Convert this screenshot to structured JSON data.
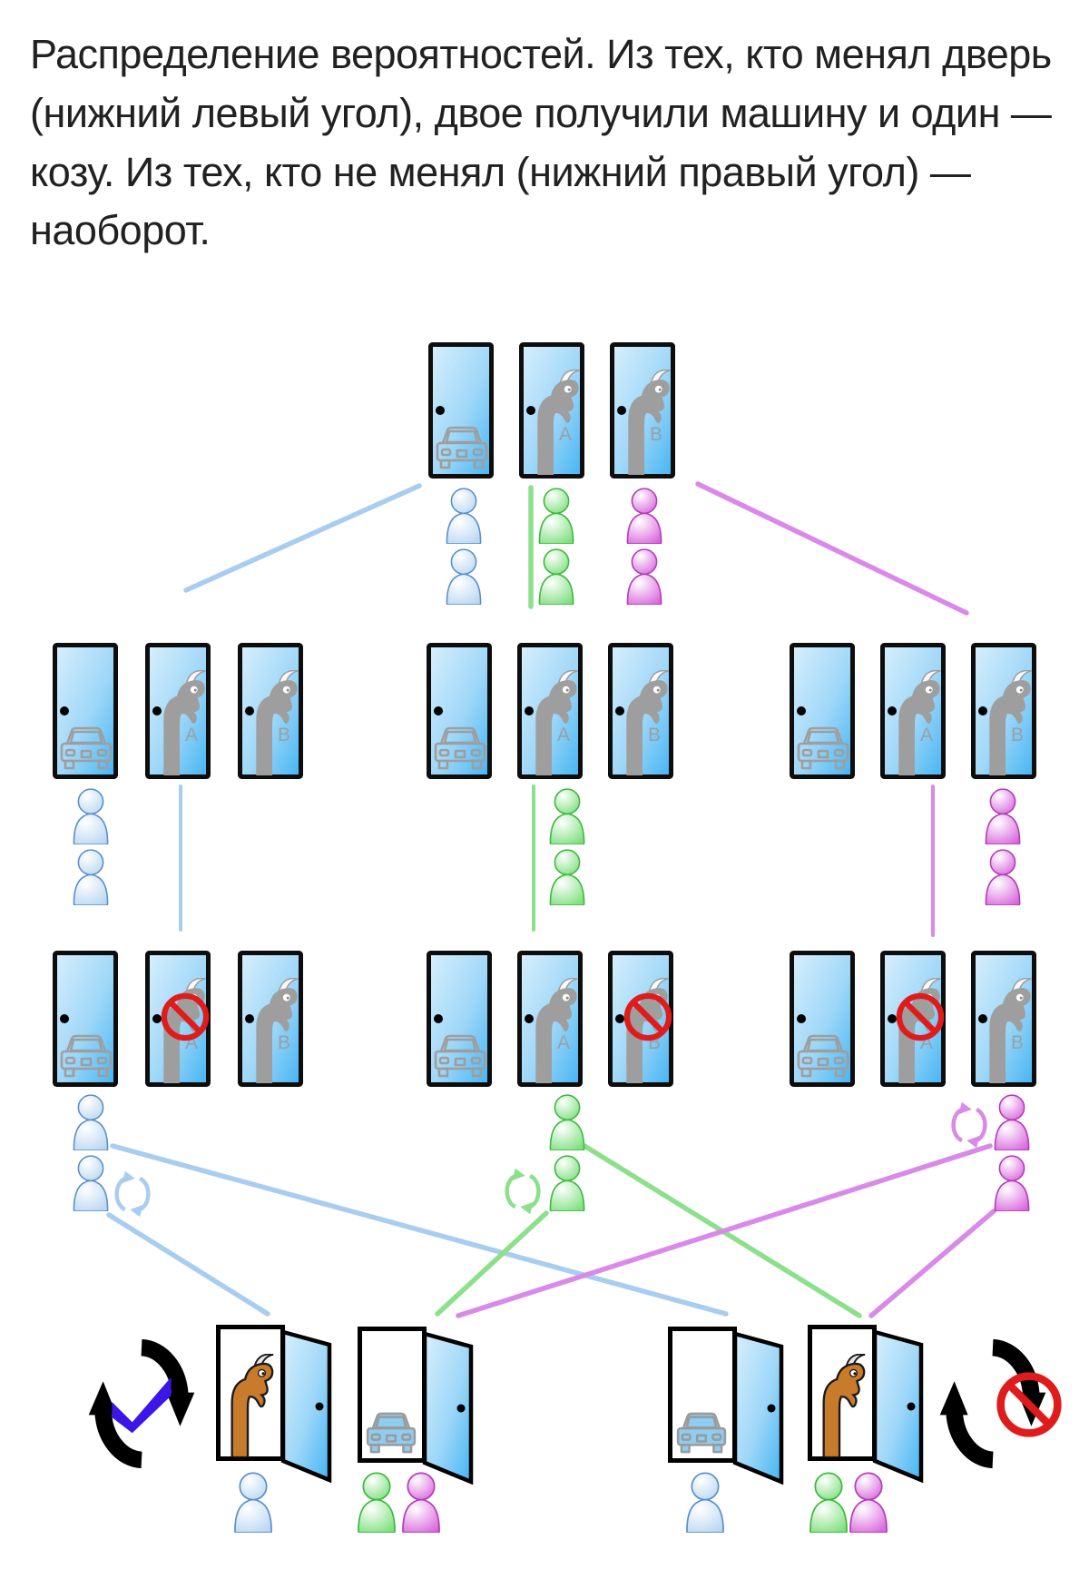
{
  "title": "Распределение вероятностей. Из тех, кто менял дверь (нижний левый угол), двое получили машину и один — козу. Из тех, кто не менял (нижний правый угол) — наоборот.",
  "door_labels": {
    "goat_a": "A",
    "goat_b": "B"
  },
  "structure": {
    "start_row": {
      "doors": [
        "car",
        "goat-A",
        "goat-B"
      ],
      "players_below": {
        "blue": 2,
        "green": 2,
        "magenta": 2
      }
    },
    "choice_rows": [
      {
        "doors": [
          "car",
          "goat-A",
          "goat-B"
        ],
        "player": "blue"
      },
      {
        "doors": [
          "car",
          "goat-A",
          "goat-B"
        ],
        "player": "green"
      },
      {
        "doors": [
          "car",
          "goat-A",
          "goat-B"
        ],
        "player": "magenta"
      }
    ],
    "host_opens": [
      "goat-A",
      "goat-B",
      "goat-A"
    ],
    "outcomes": {
      "switched": {
        "icon": "cycle-check",
        "goat_door_players": [
          "blue"
        ],
        "car_door_players": [
          "green",
          "magenta"
        ]
      },
      "stayed": {
        "icon": "cycle-no",
        "car_door_players": [
          "blue"
        ],
        "goat_door_players": [
          "green",
          "magenta"
        ]
      }
    }
  },
  "colors": {
    "title_color": "#212121",
    "door_light": "#d8effc",
    "door_mid": "#9ed7f8",
    "door_dark": "#43b4f3",
    "door_frame": "#0d0d0d",
    "silhouette": "#9e9e9e",
    "player_blue": "#b9d7f2",
    "player_blue_stroke": "#5a8fc9",
    "player_green": "#7ddf7d",
    "player_green_stroke": "#3cb83c",
    "player_magenta": "#d966dd",
    "player_magenta_stroke": "#b03cb5",
    "line_blue": "#a9cdf0",
    "line_green": "#8ce08c",
    "line_magenta": "#d98ae8",
    "no_red": "#e01b1b",
    "check_indigo": "#3c16e8",
    "cycle_black": "#000000",
    "goat_orange": "#c87b2a",
    "car_blue": "#8ecdf0"
  }
}
